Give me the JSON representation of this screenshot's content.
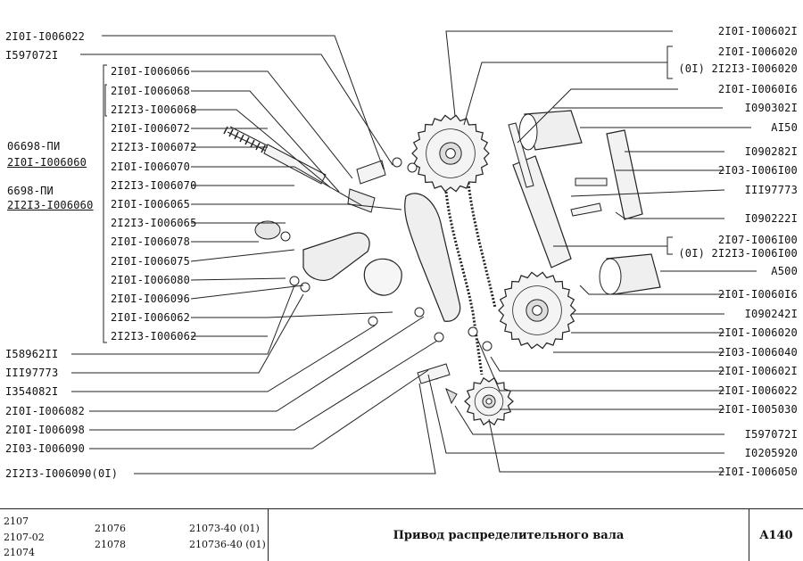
{
  "labels_left_top": [
    {
      "id": "l1",
      "text": "2I0I-I006022"
    },
    {
      "id": "l2",
      "text": "I597072I"
    }
  ],
  "labels_left_mid": [
    {
      "id": "m1",
      "text": "06698-ПИ"
    },
    {
      "id": "m2",
      "text": "2I0I-I006060"
    },
    {
      "id": "m3",
      "text": "6698-ПИ"
    },
    {
      "id": "m4",
      "text": "2I2I3-I006060"
    }
  ],
  "labels_bracket": [
    {
      "id": "b1",
      "text": "2I0I-I006066"
    },
    {
      "id": "b2",
      "text": "2I0I-I006068"
    },
    {
      "id": "b3",
      "text": "2I2I3-I006068"
    },
    {
      "id": "b4",
      "text": "2I0I-I006072"
    },
    {
      "id": "b5",
      "text": "2I2I3-I006072"
    },
    {
      "id": "b6",
      "text": "2I0I-I006070"
    },
    {
      "id": "b7",
      "text": "2I2I3-I006070"
    },
    {
      "id": "b8",
      "text": "2I0I-I006065"
    },
    {
      "id": "b9",
      "text": "2I2I3-I006065"
    },
    {
      "id": "b10",
      "text": "2I0I-I006078"
    },
    {
      "id": "b11",
      "text": "2I0I-I006075"
    },
    {
      "id": "b12",
      "text": "2I0I-I006080"
    },
    {
      "id": "b13",
      "text": "2I0I-I006096"
    },
    {
      "id": "b14",
      "text": "2I0I-I006062"
    },
    {
      "id": "b15",
      "text": "2I2I3-I006062"
    }
  ],
  "labels_left_bottom": [
    {
      "id": "lb1",
      "text": "I58962II"
    },
    {
      "id": "lb2",
      "text": "III97773"
    },
    {
      "id": "lb3",
      "text": "I354082I"
    },
    {
      "id": "lb4",
      "text": "2I0I-I006082"
    },
    {
      "id": "lb5",
      "text": "2I0I-I006098"
    },
    {
      "id": "lb6",
      "text": "2I03-I006090"
    },
    {
      "id": "lb7",
      "text": "2I2I3-I006090(0I)"
    }
  ],
  "labels_right": [
    {
      "id": "r1",
      "text": "2I0I-I00602I"
    },
    {
      "id": "r2",
      "text": "2I0I-I006020"
    },
    {
      "id": "r3",
      "text": "(0I) 2I2I3-I006020"
    },
    {
      "id": "r4",
      "text": "2I0I-I0060I6"
    },
    {
      "id": "r5",
      "text": "I090302I"
    },
    {
      "id": "r6",
      "text": "AI50"
    },
    {
      "id": "r7",
      "text": "I090282I"
    },
    {
      "id": "r8",
      "text": "2I03-I006I00"
    },
    {
      "id": "r9",
      "text": "III97773"
    },
    {
      "id": "r10",
      "text": "I090222I"
    },
    {
      "id": "r11",
      "text": "2I07-I006I00"
    },
    {
      "id": "r12",
      "text": "(0I) 2I2I3-I006I00"
    },
    {
      "id": "r13",
      "text": "A500"
    },
    {
      "id": "r14",
      "text": "2I0I-I0060I6"
    },
    {
      "id": "r15",
      "text": "I090242I"
    },
    {
      "id": "r16",
      "text": "2I0I-I006020"
    },
    {
      "id": "r17",
      "text": "2I03-I006040"
    },
    {
      "id": "r18",
      "text": "2I0I-I00602I"
    },
    {
      "id": "r19",
      "text": "2I0I-I006022"
    },
    {
      "id": "r20",
      "text": "2I0I-I005030"
    },
    {
      "id": "r21",
      "text": "I597072I"
    },
    {
      "id": "r22",
      "text": "I0205920"
    },
    {
      "id": "r23",
      "text": "2I0I-I006050"
    }
  ],
  "footer": {
    "models_col1": [
      "2107",
      "2107-02",
      "21074"
    ],
    "models_col2": [
      "21076",
      "21078"
    ],
    "models_col3": [
      "21073-40 (01)",
      "210736-40 (01)"
    ],
    "title": "Привод распределительного вала",
    "code": "A140"
  }
}
